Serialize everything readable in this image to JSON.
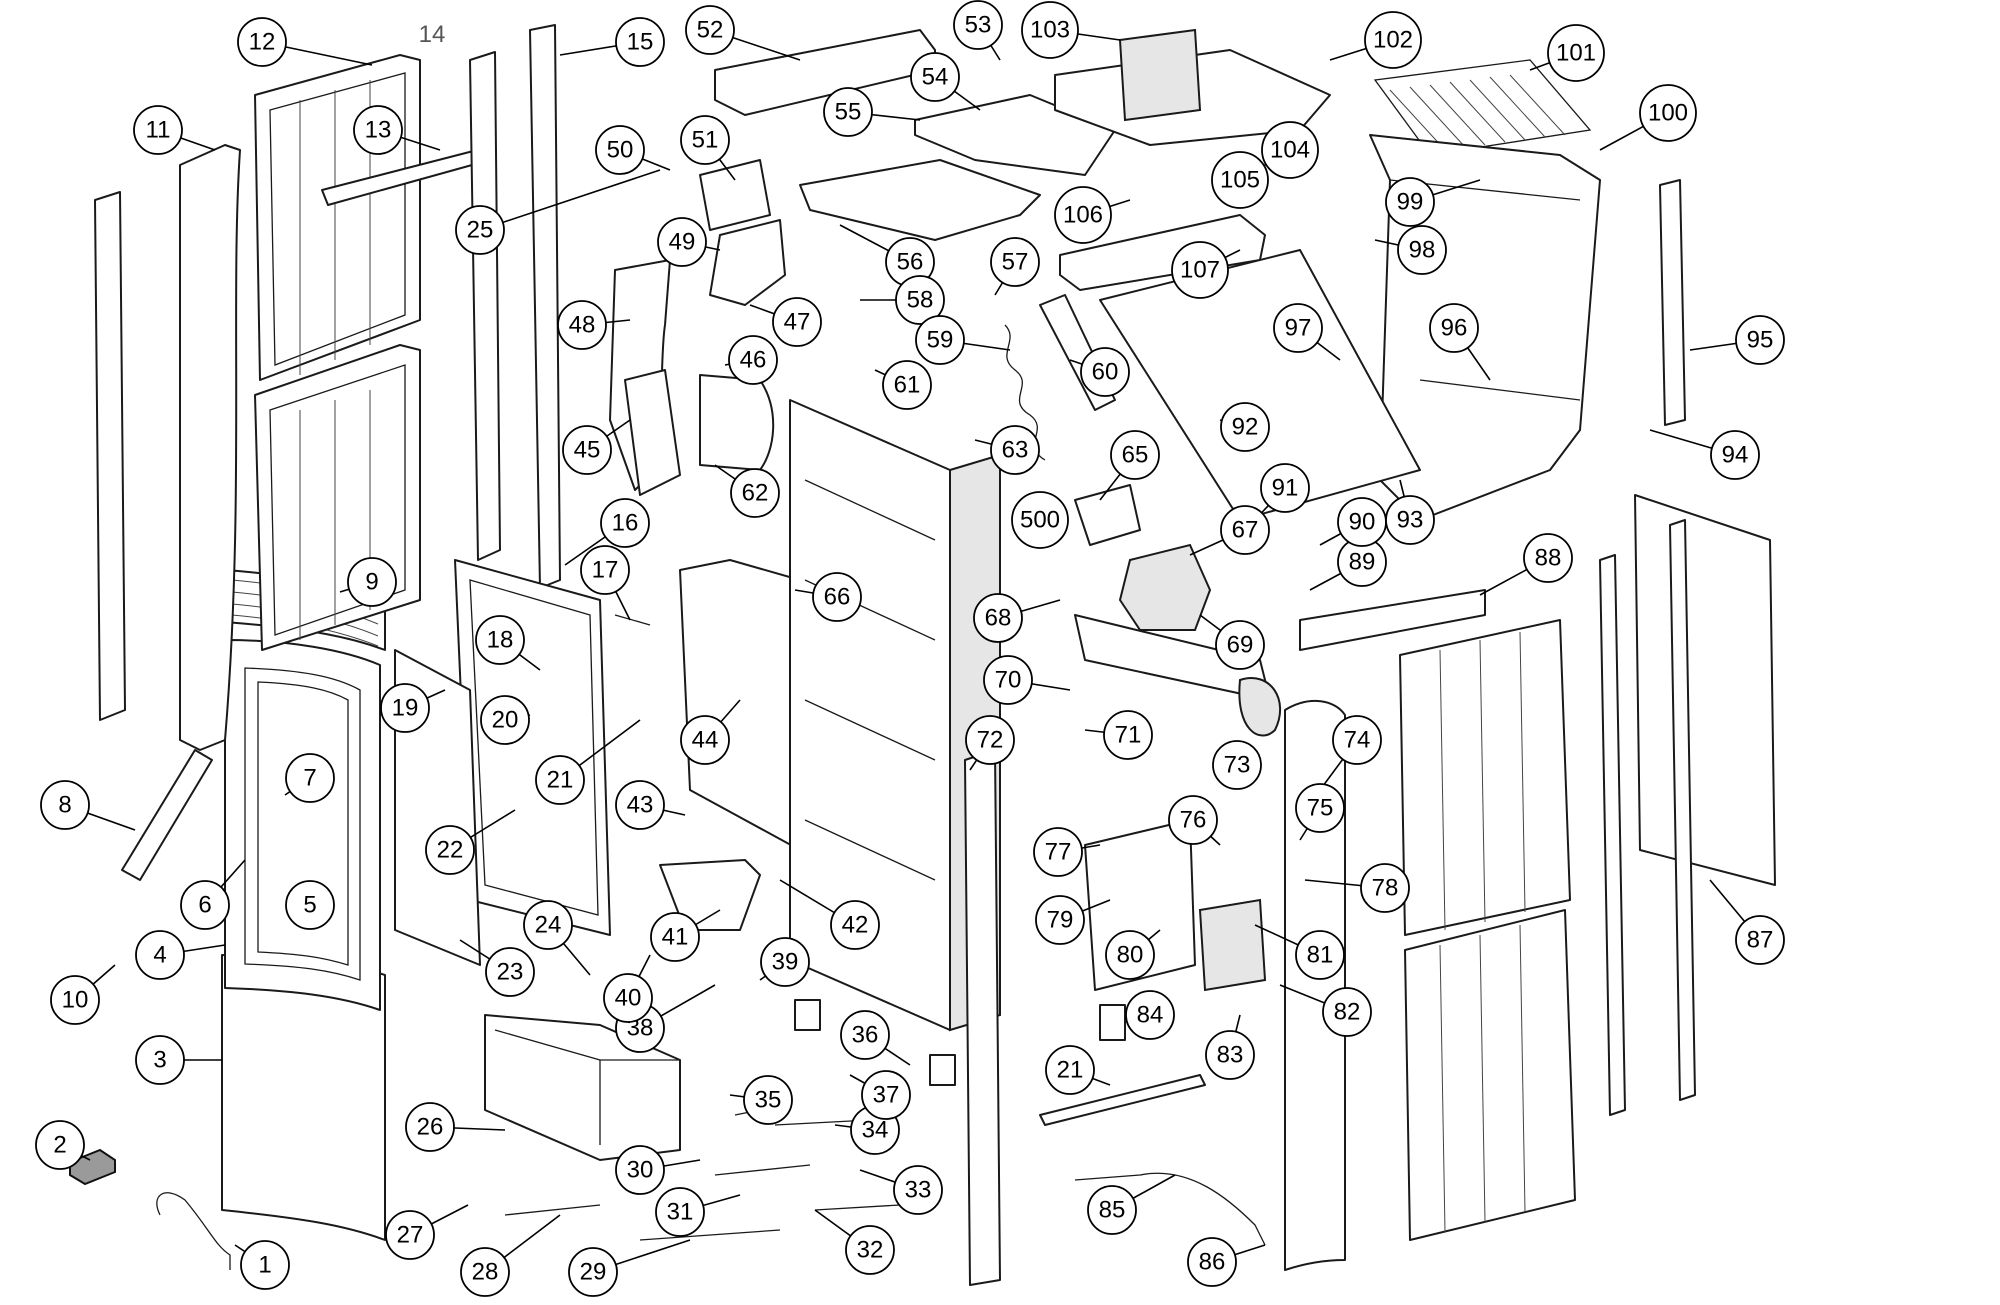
{
  "colors": {
    "line": "#1a1a1a",
    "fill": "#ffffff",
    "shade": "#e6e6e6",
    "dark": "#9a9a9a"
  },
  "callouts": [
    {
      "label": "1"
    },
    {
      "label": "2"
    },
    {
      "label": "3"
    },
    {
      "label": "4"
    },
    {
      "label": "5"
    },
    {
      "label": "6"
    },
    {
      "label": "7"
    },
    {
      "label": "8"
    },
    {
      "label": "9"
    },
    {
      "label": "10"
    },
    {
      "label": "11"
    },
    {
      "label": "12"
    },
    {
      "label": "13"
    },
    {
      "label": "15"
    },
    {
      "label": "16"
    },
    {
      "label": "17"
    },
    {
      "label": "18"
    },
    {
      "label": "19"
    },
    {
      "label": "20"
    },
    {
      "label": "21"
    },
    {
      "label": "22"
    },
    {
      "label": "23"
    },
    {
      "label": "24"
    },
    {
      "label": "25"
    },
    {
      "label": "26"
    },
    {
      "label": "27"
    },
    {
      "label": "28"
    },
    {
      "label": "29"
    },
    {
      "label": "30"
    },
    {
      "label": "31"
    },
    {
      "label": "32"
    },
    {
      "label": "33"
    },
    {
      "label": "34"
    },
    {
      "label": "35"
    },
    {
      "label": "36"
    },
    {
      "label": "37"
    },
    {
      "label": "38"
    },
    {
      "label": "39"
    },
    {
      "label": "40"
    },
    {
      "label": "41"
    },
    {
      "label": "42"
    },
    {
      "label": "43"
    },
    {
      "label": "44"
    },
    {
      "label": "45"
    },
    {
      "label": "46"
    },
    {
      "label": "47"
    },
    {
      "label": "48"
    },
    {
      "label": "49"
    },
    {
      "label": "50"
    },
    {
      "label": "51"
    },
    {
      "label": "52"
    },
    {
      "label": "53"
    },
    {
      "label": "54"
    },
    {
      "label": "55"
    },
    {
      "label": "56"
    },
    {
      "label": "57"
    },
    {
      "label": "58"
    },
    {
      "label": "59"
    },
    {
      "label": "60"
    },
    {
      "label": "61"
    },
    {
      "label": "62"
    },
    {
      "label": "63"
    },
    {
      "label": "65"
    },
    {
      "label": "66"
    },
    {
      "label": "67"
    },
    {
      "label": "68"
    },
    {
      "label": "69"
    },
    {
      "label": "70"
    },
    {
      "label": "71"
    },
    {
      "label": "72"
    },
    {
      "label": "73"
    },
    {
      "label": "74"
    },
    {
      "label": "75"
    },
    {
      "label": "76"
    },
    {
      "label": "77"
    },
    {
      "label": "78"
    },
    {
      "label": "79"
    },
    {
      "label": "80"
    },
    {
      "label": "81"
    },
    {
      "label": "82"
    },
    {
      "label": "83"
    },
    {
      "label": "84"
    },
    {
      "label": "85"
    },
    {
      "label": "86"
    },
    {
      "label": "87"
    },
    {
      "label": "88"
    },
    {
      "label": "89"
    },
    {
      "label": "90"
    },
    {
      "label": "91"
    },
    {
      "label": "92"
    },
    {
      "label": "93"
    },
    {
      "label": "94"
    },
    {
      "label": "95"
    },
    {
      "label": "96"
    },
    {
      "label": "97"
    },
    {
      "label": "98"
    },
    {
      "label": "99"
    },
    {
      "label": "100"
    },
    {
      "label": "101"
    },
    {
      "label": "102"
    },
    {
      "label": "103"
    },
    {
      "label": "104"
    },
    {
      "label": "105"
    },
    {
      "label": "106"
    },
    {
      "label": "107"
    },
    {
      "label": "500"
    },
    {
      "label": "21"
    }
  ],
  "loose_labels": [
    {
      "text": "14"
    }
  ]
}
